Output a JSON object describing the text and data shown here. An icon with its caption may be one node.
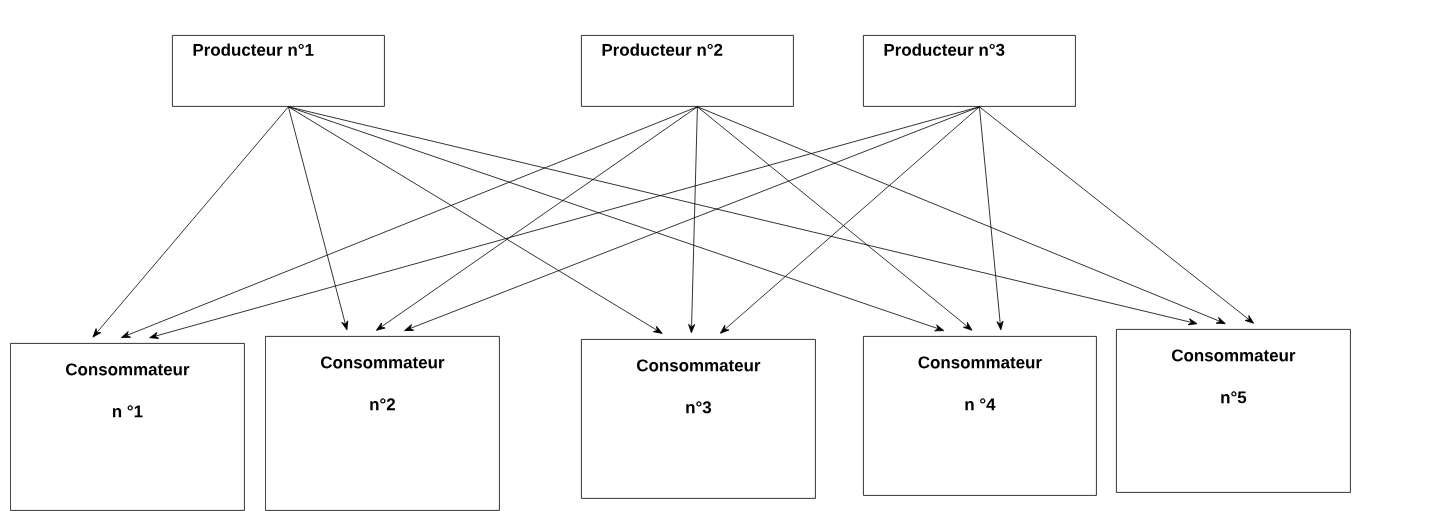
{
  "diagram": {
    "nodes": [
      {
        "text": [
          "Producteur n°1"
        ]
      },
      {
        "text": [
          "Producteur n°2"
        ]
      },
      {
        "text": [
          "Producteur n°3"
        ]
      },
      {
        "text": [
          "Consommateur",
          "n °1"
        ]
      },
      {
        "text": [
          "Consommateur",
          "n°2"
        ]
      },
      {
        "text": [
          "Consommateur",
          "n°3"
        ]
      },
      {
        "text": [
          "Consommateur",
          "n °4"
        ]
      },
      {
        "text": [
          "Consommateur",
          "n°5"
        ]
      }
    ],
    "edges": [
      {
        "from": 0,
        "to": 3,
        "arrow": "to"
      },
      {
        "from": 0,
        "to": 4,
        "arrow": "to"
      },
      {
        "from": 0,
        "to": 5,
        "arrow": "to"
      },
      {
        "from": 0,
        "to": 6,
        "arrow": "to"
      },
      {
        "from": 0,
        "to": 7,
        "arrow": "to"
      },
      {
        "from": 1,
        "to": 3,
        "arrow": "to"
      },
      {
        "from": 1,
        "to": 4,
        "arrow": "to"
      },
      {
        "from": 1,
        "to": 5,
        "arrow": "to"
      },
      {
        "from": 1,
        "to": 6,
        "arrow": "to"
      },
      {
        "from": 1,
        "to": 7,
        "arrow": "to"
      },
      {
        "from": 2,
        "to": 3,
        "arrow": "to"
      },
      {
        "from": 2,
        "to": 4,
        "arrow": "to"
      },
      {
        "from": 2,
        "to": 5,
        "arrow": "to"
      },
      {
        "from": 2,
        "to": 6,
        "arrow": "to"
      },
      {
        "from": 2,
        "to": 7,
        "arrow": "to"
      }
    ]
  }
}
